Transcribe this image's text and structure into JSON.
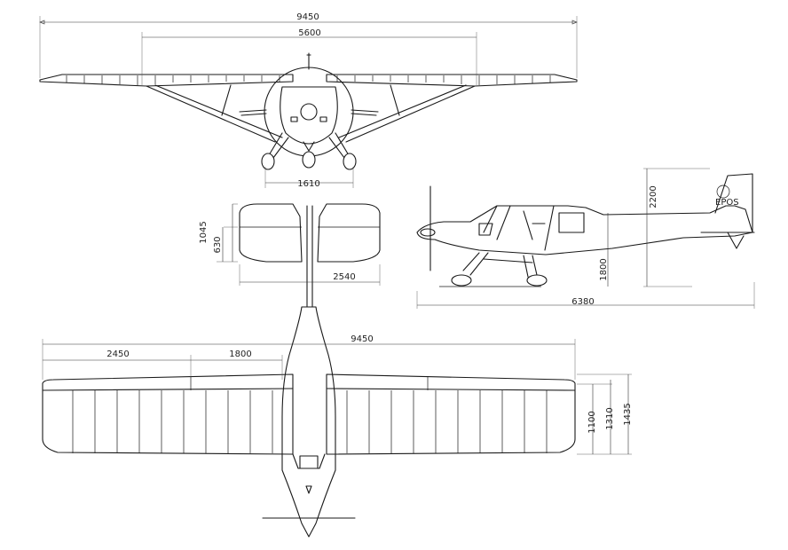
{
  "dimensions": {
    "front_span": "9450",
    "front_strut_span": "5600",
    "front_track": "1610",
    "tail_chord": "1045",
    "tail_elevator": "630",
    "tail_span": "2540",
    "side_height": "2200",
    "side_prop_height": "1800",
    "side_length": "6380",
    "top_span": "9450",
    "top_outer_panel": "2450",
    "top_inner_panel": "1800",
    "wing_chord_inner": "1100",
    "wing_chord_mid": "1310",
    "wing_chord_total": "1435"
  },
  "logo_text": "EPOS"
}
